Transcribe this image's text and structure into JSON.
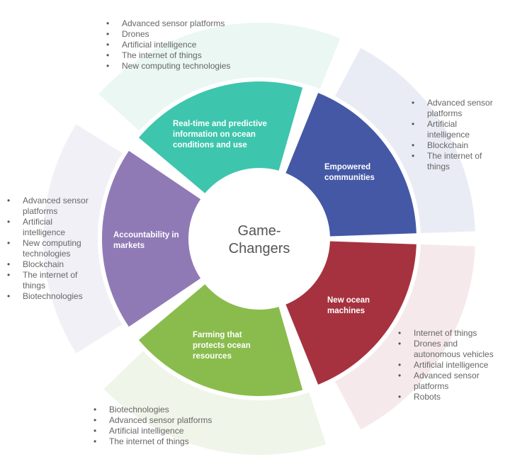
{
  "center": {
    "line1": "Game-",
    "line2": "Changers"
  },
  "segments": [
    {
      "id": "realtime",
      "title": "Real-time and predictive information on ocean conditions and use",
      "color": "#3ec5ad",
      "pale": "#eaf7f3",
      "technologies": [
        "Advanced sensor platforms",
        "Drones",
        "Artificial intelligence",
        "The internet of things",
        "New computing technologies"
      ]
    },
    {
      "id": "empowered",
      "title": "Empowered communities",
      "color": "#4458a6",
      "pale": "#e9ecf4",
      "technologies": [
        "Advanced sensor platforms",
        "Artificial intelligence",
        "Blockchain",
        "The internet of things"
      ]
    },
    {
      "id": "machines",
      "title": "New ocean machines",
      "color": "#a6323f",
      "pale": "#f6e9eb",
      "technologies": [
        "Internet of things",
        "Drones and autonomous vehicles",
        "Artificial intelligence",
        "Advanced sensor platforms",
        "Robots"
      ]
    },
    {
      "id": "farming",
      "title": "Farming that protects ocean resources",
      "color": "#89bc4c",
      "pale": "#eff5e9",
      "technologies": [
        "Biotechnologies",
        "Advanced sensor platforms",
        "Artificial intelligence",
        "The internet of things"
      ]
    },
    {
      "id": "accountability",
      "title": "Accountability in markets",
      "color": "#8f7ab6",
      "pale": "#f2f0f7",
      "technologies": [
        "Advanced sensor platforms",
        "Artificial intelligence",
        "New computing technologies",
        "Blockchain",
        "The internet of things",
        "Biotechnologies"
      ]
    }
  ]
}
